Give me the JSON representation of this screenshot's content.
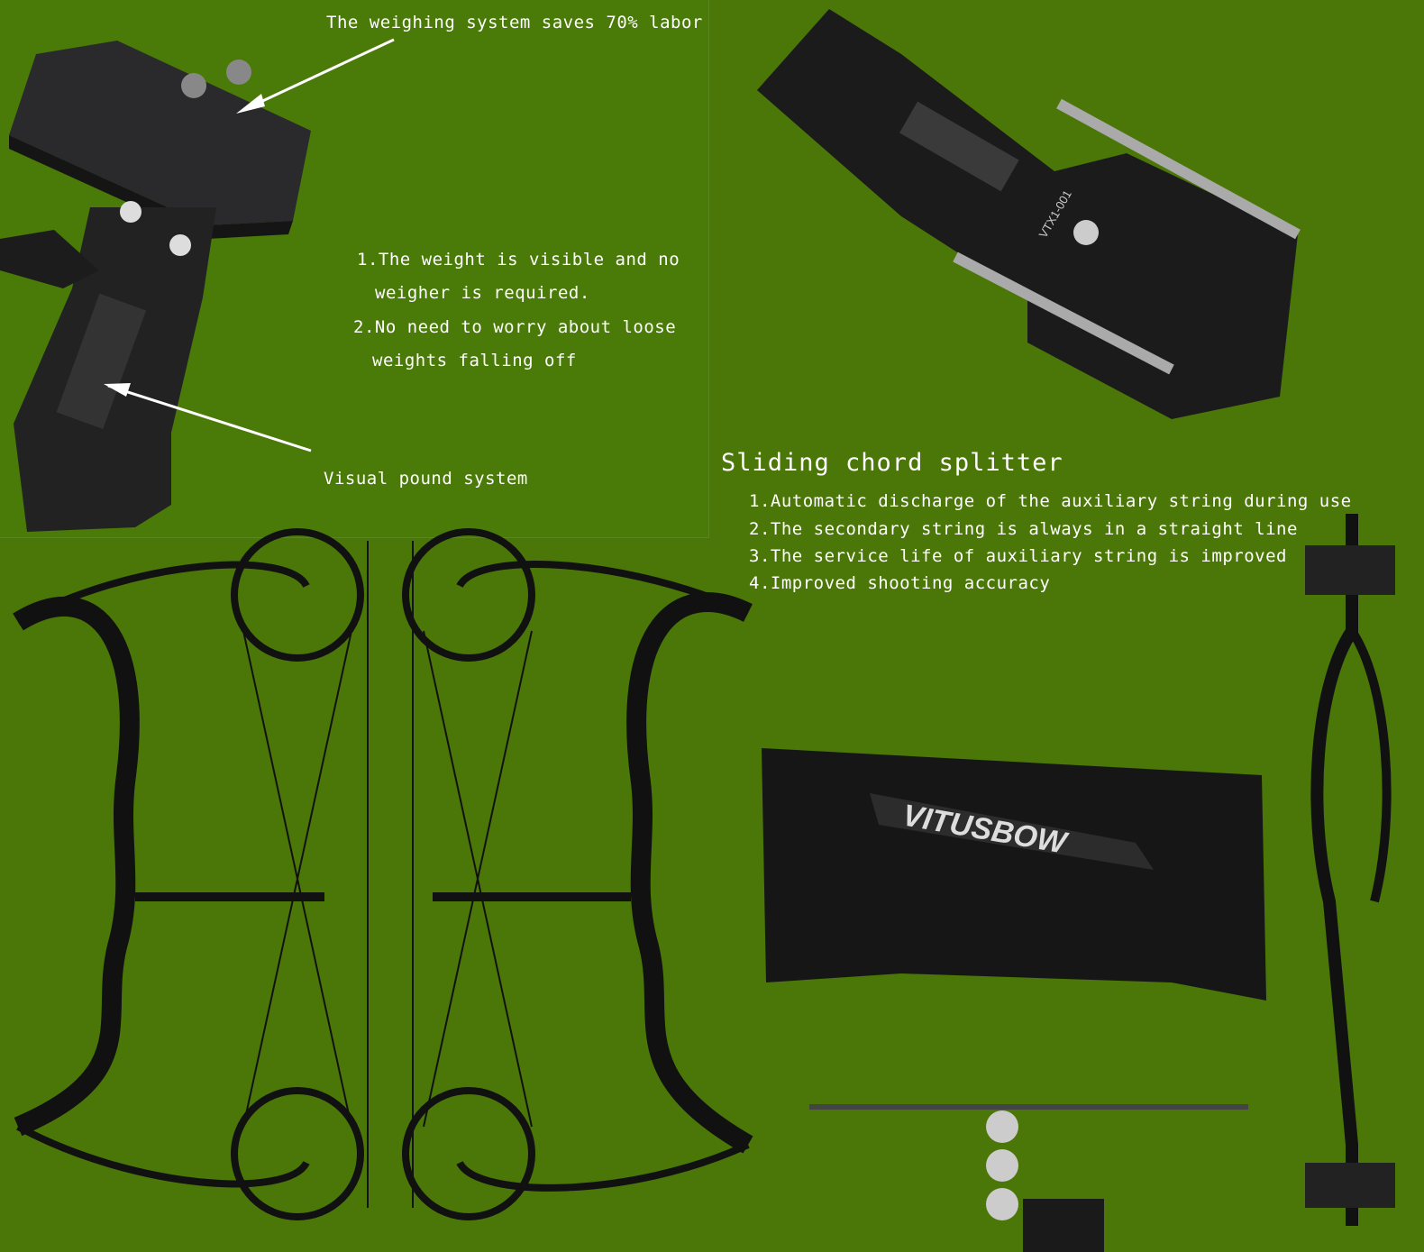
{
  "weighing": {
    "headline": "The weighing system saves 70% labor",
    "points": [
      "1.The weight is visible and no",
      "weigher is required.",
      "2.No need to worry about loose",
      "weights falling off"
    ],
    "caption": "Visual pound system"
  },
  "splitter": {
    "title": "Sliding chord splitter",
    "points": [
      "1.Automatic discharge of the auxiliary string during use",
      "2.The secondary string is always in a straight line",
      "3.The service life of auxiliary string is improved",
      "4.Improved shooting accuracy"
    ],
    "part_code": "VTX1-001"
  },
  "brand": {
    "logo_text": "VITUSBOW"
  },
  "colors": {
    "background": "#4b7608",
    "metal": "#1a1a1a",
    "text": "#ffffff"
  }
}
